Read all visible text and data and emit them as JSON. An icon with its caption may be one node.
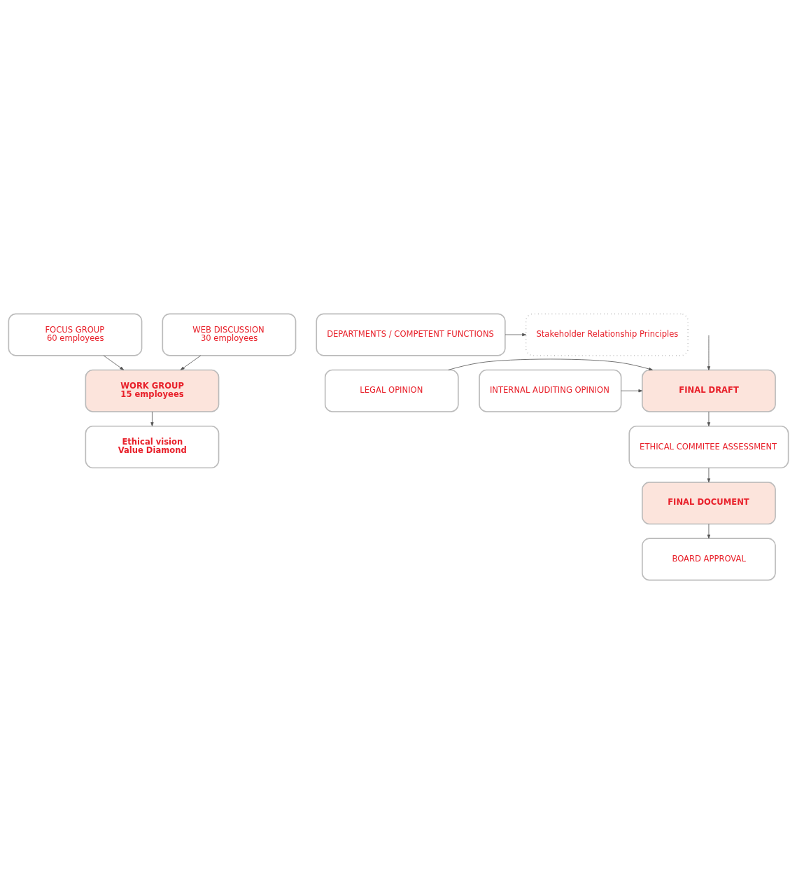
{
  "diagram": {
    "nodes": [
      {
        "text": [
          "FOCUS GROUP",
          "60 employees"
        ]
      },
      {
        "text": [
          "WEB DISCUSSION",
          "30 employees"
        ]
      },
      {
        "text": [
          "WORK GROUP",
          "15 employees"
        ]
      },
      {
        "text": [
          "Ethical vision",
          "Value Diamond"
        ]
      },
      {
        "text": [
          "DEPARTMENTS / COMPETENT FUNCTIONS"
        ]
      },
      {
        "text": [
          "Stakeholder Relationship Principles"
        ]
      },
      {
        "text": [
          "LEGAL OPINION"
        ]
      },
      {
        "text": [
          "FINAL DRAFT"
        ]
      },
      {
        "text": [
          "INTERNAL AUDITING OPINION"
        ]
      },
      {
        "text": [
          "ETHICAL COMMITEE ASSESSMENT"
        ]
      },
      {
        "text": [
          "FINAL DOCUMENT"
        ]
      },
      {
        "text": [
          "BOARD APPROVAL"
        ]
      }
    ],
    "edges": [
      {
        "from": 0,
        "to": 2,
        "arrow": "to"
      },
      {
        "from": 1,
        "to": 2,
        "arrow": "to"
      },
      {
        "from": 2,
        "to": 3,
        "arrow": "to"
      },
      {
        "from": 4,
        "to": 5,
        "arrow": "to"
      },
      {
        "from": null,
        "to": 7,
        "arrow": "to"
      },
      {
        "from": 6,
        "to": 7,
        "arrow": "to"
      },
      {
        "from": 8,
        "to": 7,
        "arrow": "to"
      },
      {
        "from": 7,
        "to": 9,
        "arrow": "to"
      },
      {
        "from": 9,
        "to": 10,
        "arrow": "to"
      },
      {
        "from": 10,
        "to": 11,
        "arrow": "to"
      }
    ]
  }
}
